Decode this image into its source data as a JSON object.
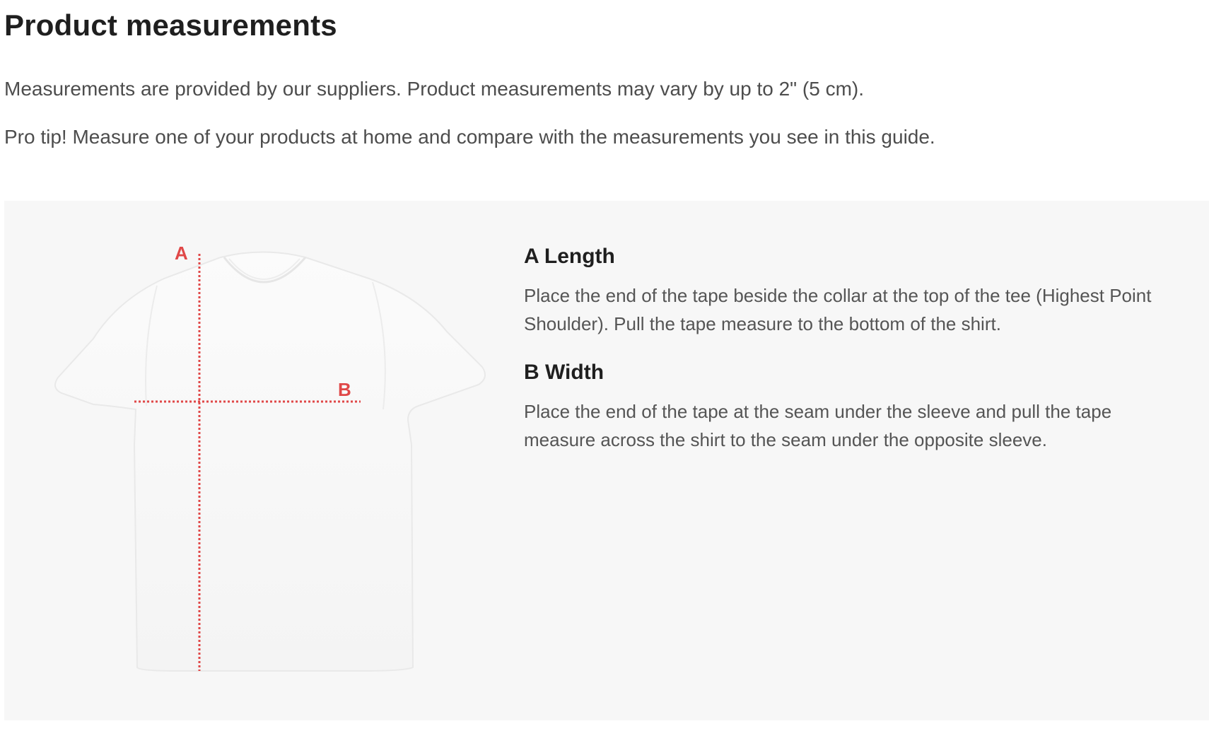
{
  "page": {
    "title": "Product measurements",
    "intro": [
      "Measurements are provided by our suppliers. Product measurements may vary by up to 2\" (5 cm).",
      "Pro tip! Measure one of your products at home and compare with the measurements you see in this guide."
    ]
  },
  "diagram": {
    "marker_a": "A",
    "marker_b": "B",
    "marker_color": "#e04848",
    "panel_color": "#f7f7f7"
  },
  "measurements": [
    {
      "heading": "A Length",
      "description": "Place the end of the tape beside the collar at the top of the tee (Highest Point Shoulder). Pull the tape measure to the bottom of the shirt."
    },
    {
      "heading": "B Width",
      "description": "Place the end of the tape at the seam under the sleeve and pull the tape measure across the shirt to the seam under the opposite sleeve."
    }
  ]
}
